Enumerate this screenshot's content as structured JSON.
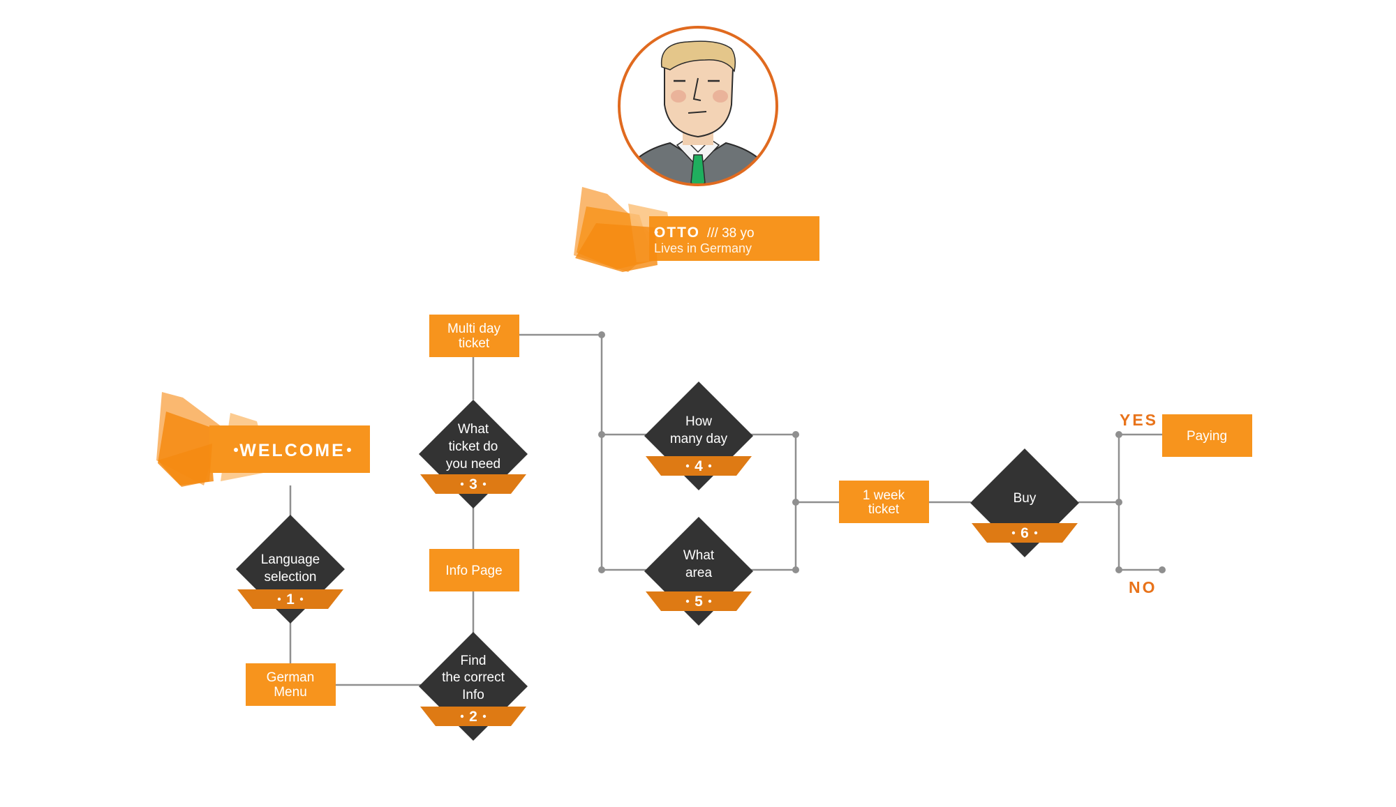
{
  "persona": {
    "name": "OTTO",
    "age": "/// 38 yo",
    "location": "Lives in Germany",
    "avatar_icon": "man-portrait-icon"
  },
  "start_banner": {
    "label": "WELCOME"
  },
  "boxes": {
    "multi_day": [
      "Multi day",
      "ticket"
    ],
    "info_page": [
      "Info Page"
    ],
    "german_menu": [
      "German",
      "Menu"
    ],
    "week_ticket": [
      "1 week",
      "ticket"
    ],
    "paying": [
      "Paying"
    ]
  },
  "decisions": {
    "language": {
      "lines": [
        "Language",
        "selection"
      ],
      "num": "1"
    },
    "find_info": {
      "lines": [
        "Find",
        "the correct",
        "Info"
      ],
      "num": "2"
    },
    "what_ticket": {
      "lines": [
        "What",
        "ticket do",
        "you need"
      ],
      "num": "3"
    },
    "how_many": {
      "lines": [
        "How",
        "many day"
      ],
      "num": "4"
    },
    "what_area": {
      "lines": [
        "What",
        "area"
      ],
      "num": "5"
    },
    "buy": {
      "lines": [
        "Buy"
      ],
      "num": "6"
    }
  },
  "branches": {
    "yes": "YES",
    "no": "NO"
  },
  "colors": {
    "box": "#f7941d",
    "ribbon": "#de7a14",
    "diamond": "#333333",
    "line": "#8f8f8f",
    "accent": "#e8731a",
    "avatar_ring": "#e06a1f"
  }
}
